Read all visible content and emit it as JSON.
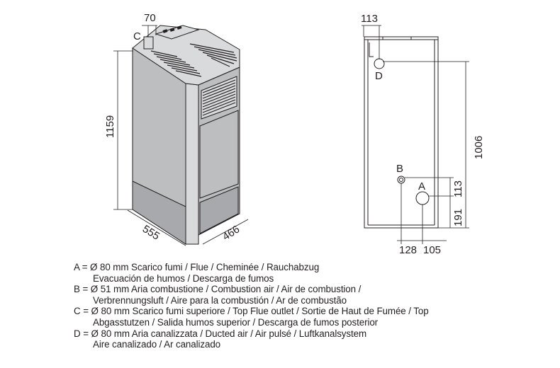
{
  "dimensions": {
    "flue_offset": "70",
    "height_total": "1159",
    "depth": "555",
    "width": "466",
    "back_top_offset": "113",
    "back_D_height": "1006",
    "back_A_height": "191",
    "back_B_above_A": "113",
    "back_B_horizontal": "128",
    "back_A_horizontal": "105"
  },
  "labels": {
    "A": "A",
    "B": "B",
    "C": "C",
    "D": "D"
  },
  "legend": [
    {
      "line1": "A = Ø 80 mm  Scarico fumi / Flue / Cheminée / Rauchabzug",
      "line2": "Evacuación de humos / Descarga de fumos"
    },
    {
      "line1": "B = Ø 51 mm  Aria combustione / Combustion air / Air de combustion /",
      "line2": "Verbrennungsluft / Aire para la combustión / Ar de combustão"
    },
    {
      "line1": "C = Ø 80 mm  Scarico fumi superiore / Top Flue outlet / Sortie de Haut de Fumée / Top",
      "line2": "Abgasstutzen / Salida humos superior / Descarga de fumos posterior"
    },
    {
      "line1": "D = Ø 80 mm  Aria canalizzata / Ducted air / Air pulsé / Luftkanalsystem",
      "line2": "Aire canalizado / Ar canalizado"
    }
  ]
}
